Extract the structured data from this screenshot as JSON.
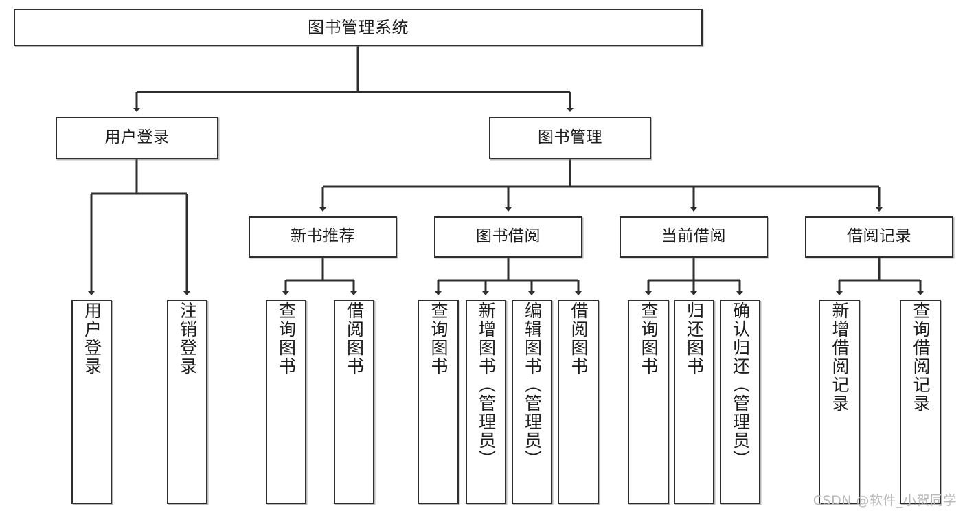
{
  "diagram": {
    "title": "图书管理系统",
    "watermark": "CSDN @软件_小贺同学",
    "line_color": "#2e2e2e",
    "box_border_color": "#2e2e2e",
    "box_fill_color": "#ffffff",
    "text_color": "#1d1d1d",
    "watermark_color": "#b9b9b9"
  },
  "nodes": {
    "root": {
      "label": "图书管理系统"
    },
    "level2": [
      {
        "label": "用户登录"
      },
      {
        "label": "图书管理"
      }
    ],
    "level3": [
      {
        "label": "新书推荐"
      },
      {
        "label": "图书借阅"
      },
      {
        "label": "当前借阅"
      },
      {
        "label": "借阅记录"
      }
    ],
    "leaves": {
      "user_login": [
        {
          "label": "用户登录"
        },
        {
          "label": "注销登录"
        }
      ],
      "new_book_recommend": [
        {
          "label": "查询图书"
        },
        {
          "label": "借阅图书"
        }
      ],
      "book_borrow": [
        {
          "label": "查询图书"
        },
        {
          "label": "新增图书（管理员）"
        },
        {
          "label": "编辑图书（管理员）"
        },
        {
          "label": "借阅图书"
        }
      ],
      "current_borrow": [
        {
          "label": "查询图书"
        },
        {
          "label": "归还图书"
        },
        {
          "label": "确认归还（管理员）"
        }
      ],
      "borrow_record": [
        {
          "label": "新增借阅记录"
        },
        {
          "label": "查询借阅记录"
        }
      ]
    }
  },
  "chart_data": {
    "type": "tree-diagram",
    "title": "图书管理系统",
    "root": "图书管理系统",
    "edges": [
      {
        "from": "图书管理系统",
        "to": "用户登录"
      },
      {
        "from": "图书管理系统",
        "to": "图书管理"
      },
      {
        "from": "用户登录",
        "to": "用户登录"
      },
      {
        "from": "用户登录",
        "to": "注销登录"
      },
      {
        "from": "图书管理",
        "to": "新书推荐"
      },
      {
        "from": "图书管理",
        "to": "图书借阅"
      },
      {
        "from": "图书管理",
        "to": "当前借阅"
      },
      {
        "from": "图书管理",
        "to": "借阅记录"
      },
      {
        "from": "新书推荐",
        "to": "查询图书"
      },
      {
        "from": "新书推荐",
        "to": "借阅图书"
      },
      {
        "from": "图书借阅",
        "to": "查询图书"
      },
      {
        "from": "图书借阅",
        "to": "新增图书（管理员）"
      },
      {
        "from": "图书借阅",
        "to": "编辑图书（管理员）"
      },
      {
        "from": "图书借阅",
        "to": "借阅图书"
      },
      {
        "from": "当前借阅",
        "to": "查询图书"
      },
      {
        "from": "当前借阅",
        "to": "归还图书"
      },
      {
        "from": "当前借阅",
        "to": "确认归还（管理员）"
      },
      {
        "from": "借阅记录",
        "to": "新增借阅记录"
      },
      {
        "from": "借阅记录",
        "to": "查询借阅记录"
      }
    ]
  }
}
